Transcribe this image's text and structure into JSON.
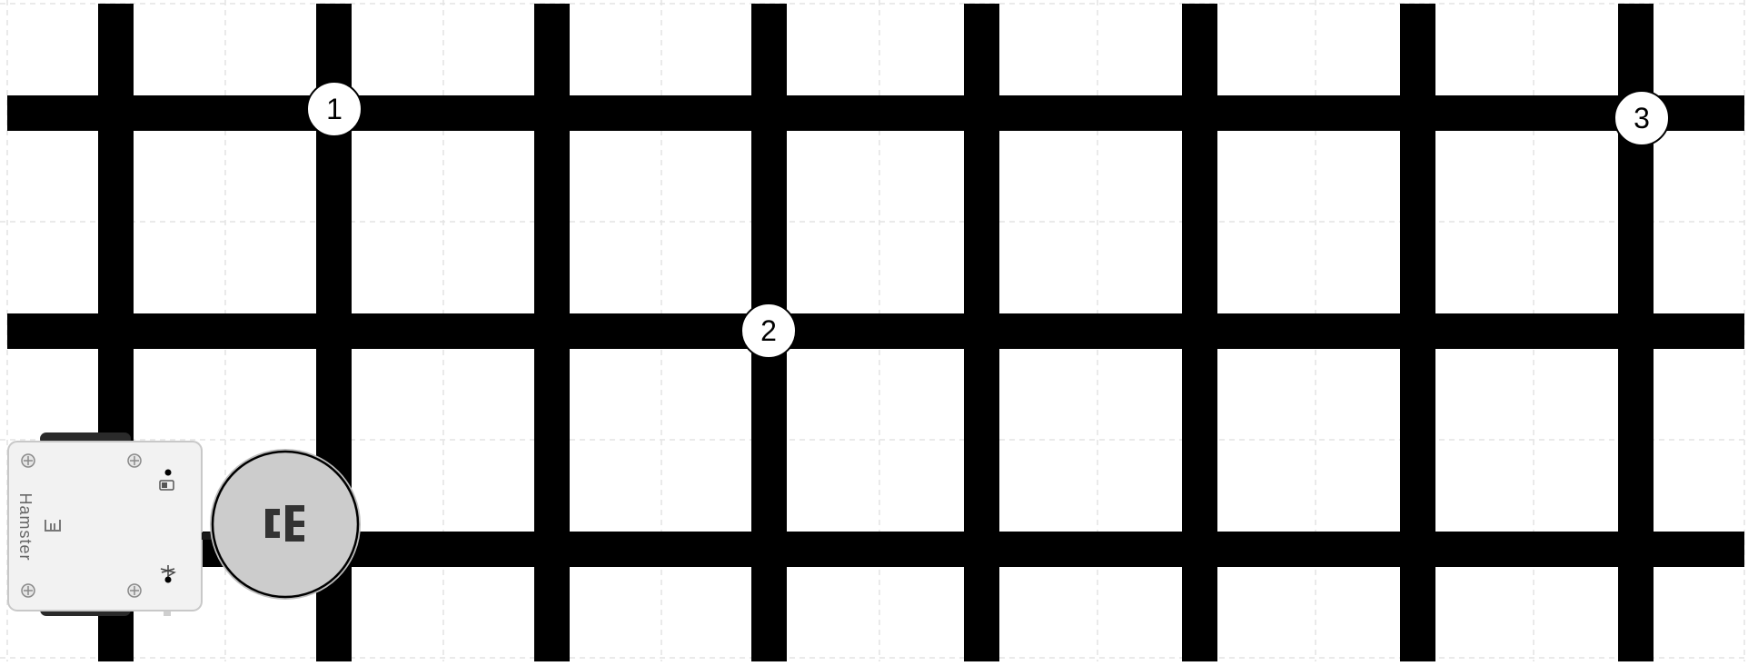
{
  "markers": [
    {
      "label": "1"
    },
    {
      "label": "2"
    },
    {
      "label": "3"
    }
  ],
  "robot": {
    "brand": "Hamster",
    "icons": [
      "battery-icon",
      "bluetooth-icon",
      "hamster-logo-icon",
      "screw-icon"
    ]
  },
  "colors": {
    "background": "#ffffff",
    "track": "#000000",
    "gridline": "#e6e6e6",
    "marker_fill": "#ffffff",
    "robot_body": "#f2f2f2",
    "robot_wheel": "#cfcfcf"
  }
}
